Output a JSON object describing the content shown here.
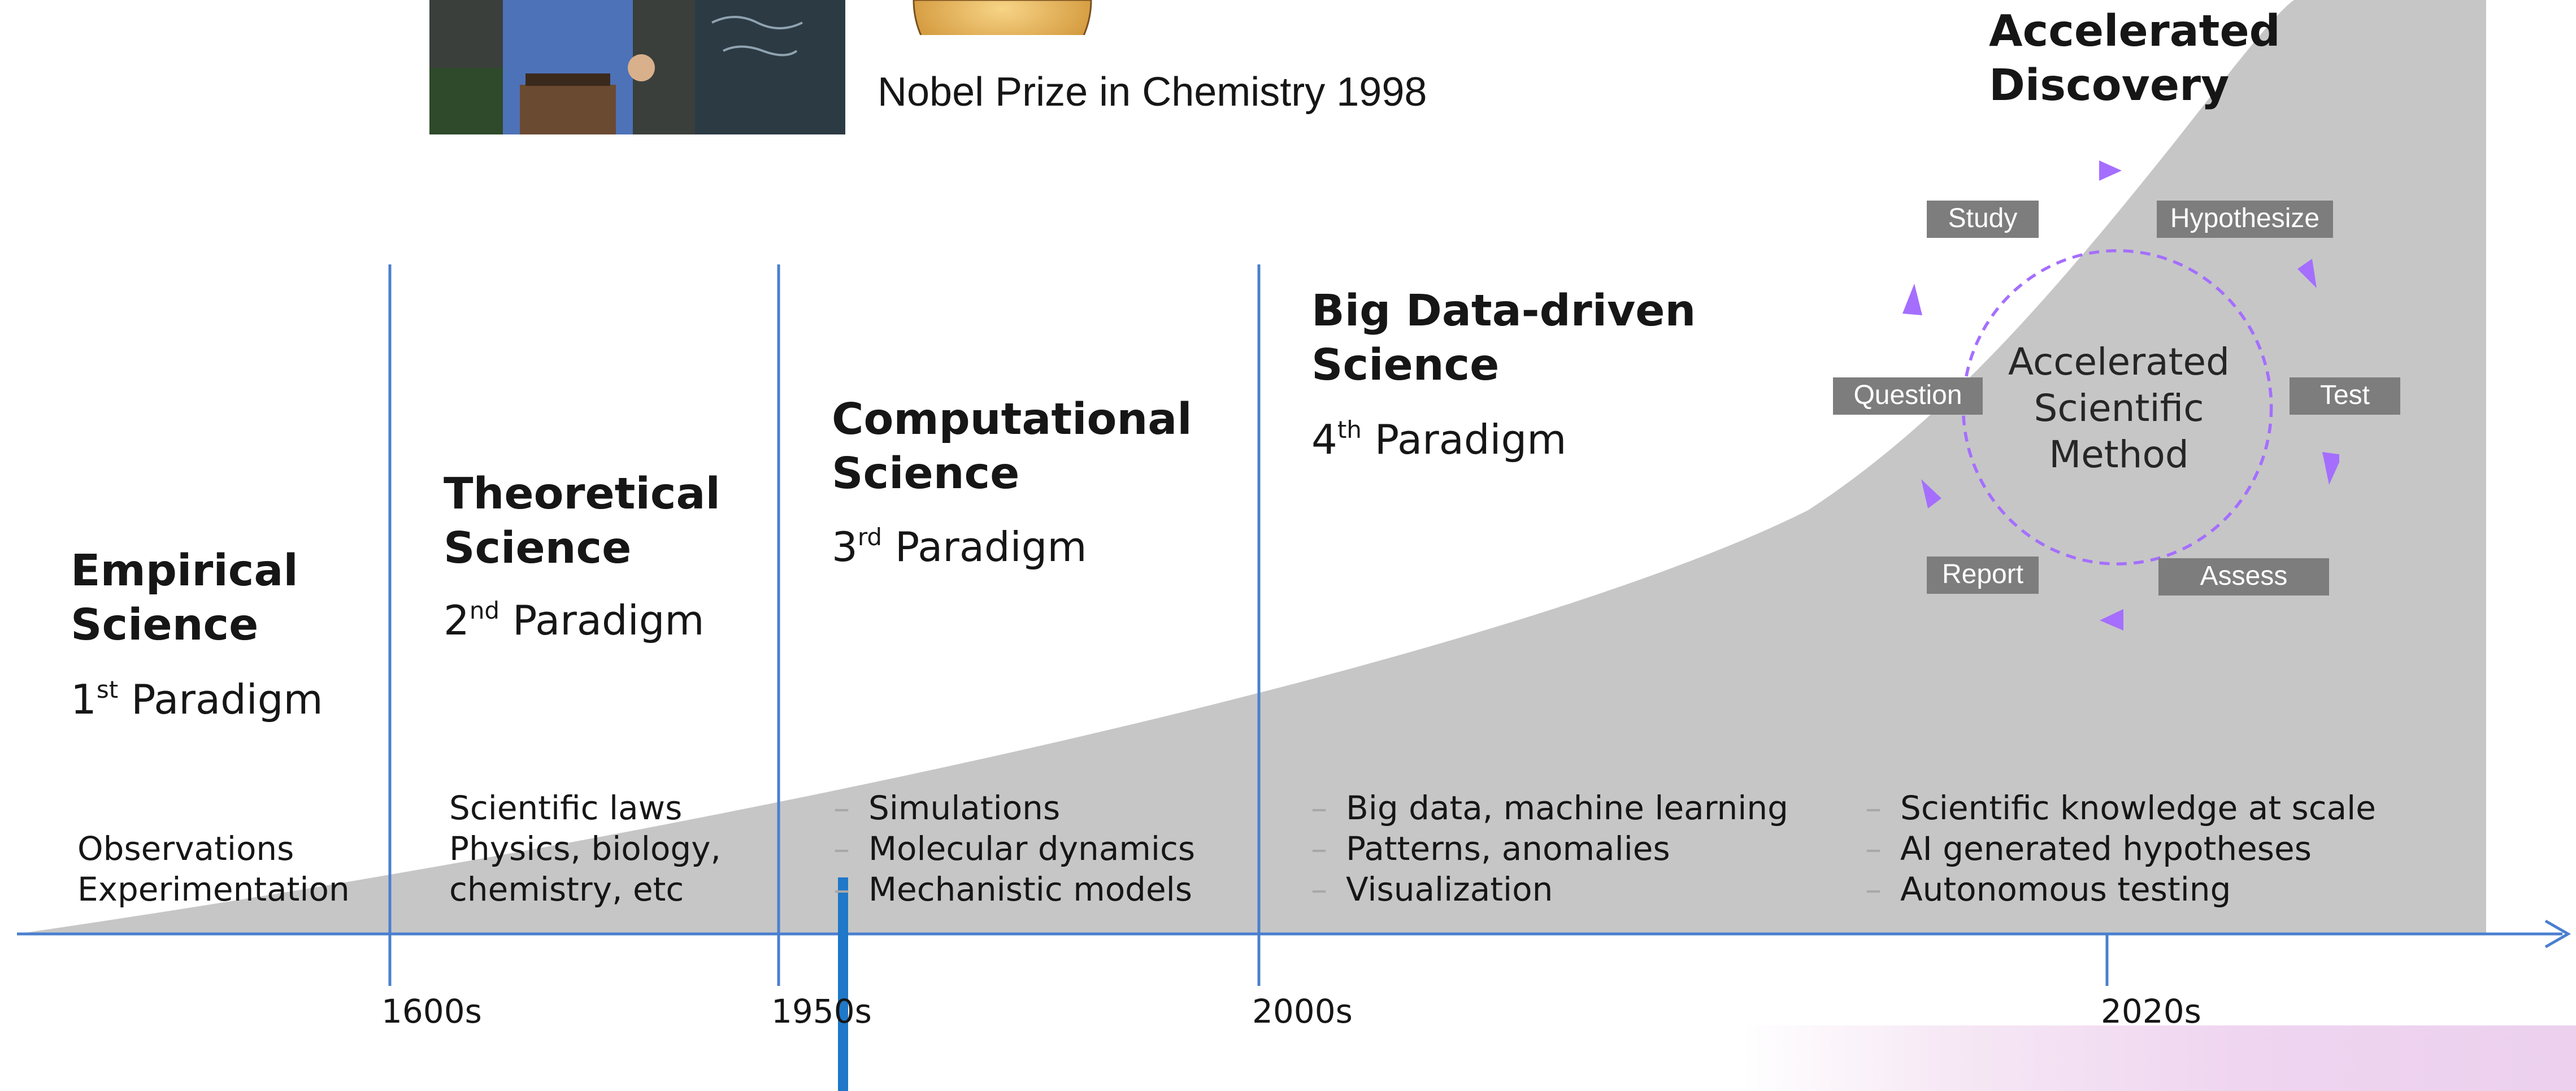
{
  "caption": "Nobel Prize in Chemistry 1998",
  "paradigms": [
    {
      "title": [
        "Empirical",
        "Science"
      ],
      "num": "1",
      "sup": "st",
      "label": "Paradigm",
      "items": [
        "Observations",
        "Experimentation"
      ]
    },
    {
      "title": [
        "Theoretical",
        "Science"
      ],
      "num": "2",
      "sup": "nd",
      "label": "Paradigm",
      "items": [
        "Scientific laws",
        "Physics, biology,",
        "chemistry, etc"
      ]
    },
    {
      "title": [
        "Computational",
        "Science"
      ],
      "num": "3",
      "sup": "rd",
      "label": "Paradigm",
      "items": [
        "Simulations",
        "Molecular dynamics",
        "Mechanistic models"
      ]
    },
    {
      "title": [
        "Big Data-driven",
        "Science"
      ],
      "num": "4",
      "sup": "th",
      "label": "Paradigm",
      "items": [
        "Big data, machine learning",
        "Patterns, anomalies",
        "Visualization"
      ]
    },
    {
      "title": [
        "Accelerated",
        "Discovery"
      ],
      "items": [
        "Scientific knowledge at scale",
        "AI generated hypotheses",
        "Autonomous testing"
      ]
    }
  ],
  "bullet_dash": "–",
  "timeline": [
    "1600s",
    "1950s",
    "2000s",
    "2020s"
  ],
  "cycle": {
    "center": [
      "Accelerated",
      "Scientific",
      "Method"
    ],
    "steps": [
      "Study",
      "Hypothesize",
      "Test",
      "Assess",
      "Report",
      "Question"
    ]
  },
  "colors": {
    "curve_fill": "#c6c6c6",
    "timeline": "#4a7fcf",
    "cycle_arrows": "#a56eff",
    "step_box": "#7d7d7d",
    "marker": "#1f78c8"
  }
}
